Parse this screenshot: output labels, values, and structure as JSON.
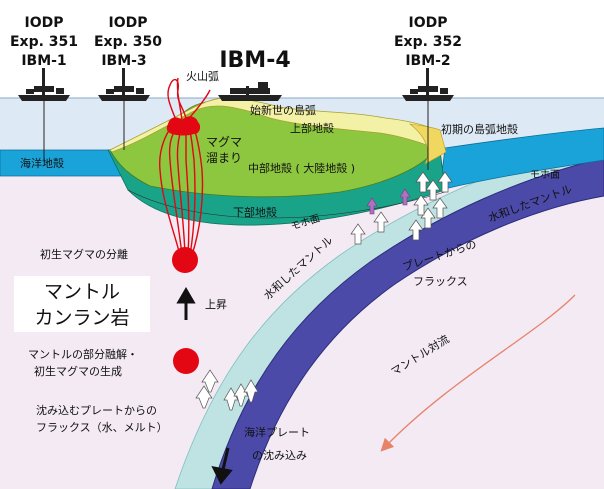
{
  "ships": {
    "exp351": {
      "line1": "IODP",
      "line2": "Exp. 351",
      "site": "IBM-1"
    },
    "exp350": {
      "line1": "IODP",
      "line2": "Exp. 350",
      "site": "IBM-3"
    },
    "ibm4": {
      "site": "IBM-4"
    },
    "exp352": {
      "line1": "IODP",
      "line2": "Exp. 352",
      "site": "IBM-2"
    }
  },
  "labels": {
    "volcanic_arc": "火山弧",
    "pliocene_arc": "始新世の島弧",
    "upper_crust": "上部地殻",
    "early_arc_crust": "初期の島弧地殻",
    "magma_chamber_1": "マグマ",
    "magma_chamber_2": "溜まり",
    "middle_crust": "中部地殻 ( 大陸地殻 )",
    "oceanic_crust": "海洋地殻",
    "lower_crust": "下部地殻",
    "moho_left": "モホ面",
    "moho_right": "モホ面",
    "hydrated_mantle_right": "水和したマントル",
    "hydrated_mantle_left": "水和したマントル",
    "plate_flux_1": "プレートからの",
    "plate_flux_2": "フラックス",
    "primary_magma_separation": "初生マグマの分離",
    "mantle_rock_1": "マントル",
    "mantle_rock_2": "カンラン岩",
    "ascent": "上昇",
    "partial_melting_1": "マントルの部分融解・",
    "partial_melting_2": "初生マグマの生成",
    "mantle_convection": "マントル対流",
    "slab_flux_1": "沈み込むプレートからの",
    "slab_flux_2": "フラックス（水、メルト）",
    "subduction_1": "海洋プレート",
    "subduction_2": "の沈み込み"
  },
  "colors": {
    "mantle": "#f3eaf3",
    "sea": "#dce8f4",
    "oceanic_crust": "#1aa3d9",
    "lower_crust": "#19a48a",
    "middle_crust": "#8dc63f",
    "upper_crust": "#f3f1a6",
    "slab": "#4a4aa6",
    "hydrated_mantle": "#bfe3e3",
    "magma": "#e30613",
    "convection_arrow": "#e8836b"
  }
}
